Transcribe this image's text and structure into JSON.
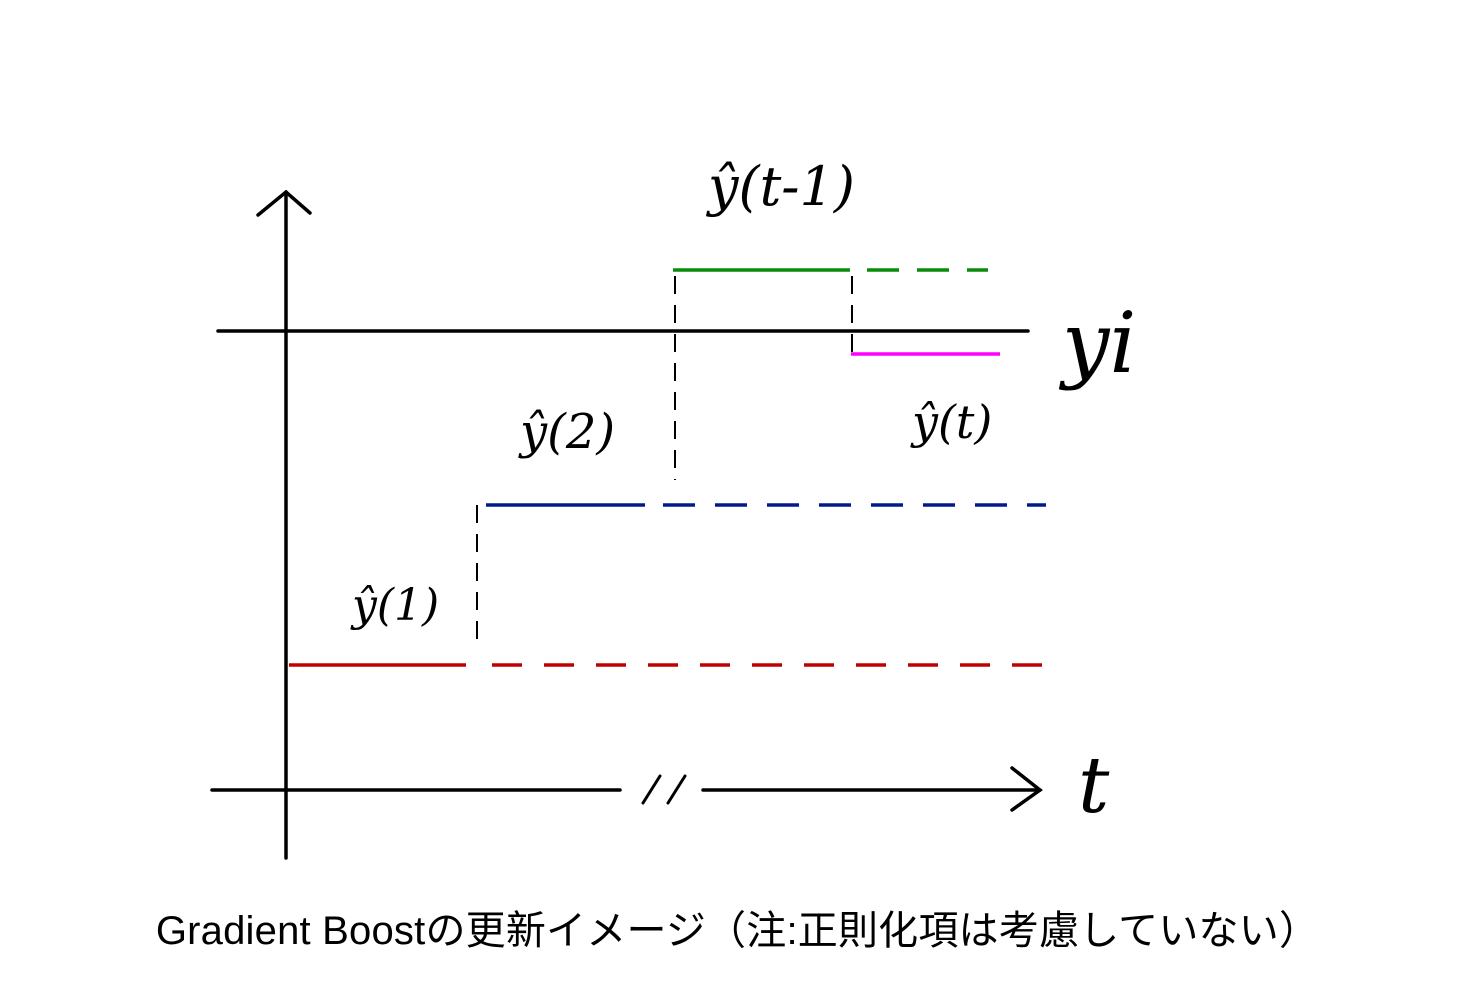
{
  "labels": {
    "y1": "ŷ(1)",
    "y2": "ŷ(2)",
    "yt_minus_1": "ŷ(t-1)",
    "yt": "ŷ(t)",
    "target": "yi",
    "x_axis": "t",
    "axis_break": "//"
  },
  "colors": {
    "y1": "#c00000",
    "y2": "#001a8c",
    "yt_minus_1": "#0a8c0a",
    "yt": "#ff00ff",
    "axes": "#000000"
  },
  "caption": "Gradient Boostの更新イメージ（注:正則化項は考慮していない）"
}
